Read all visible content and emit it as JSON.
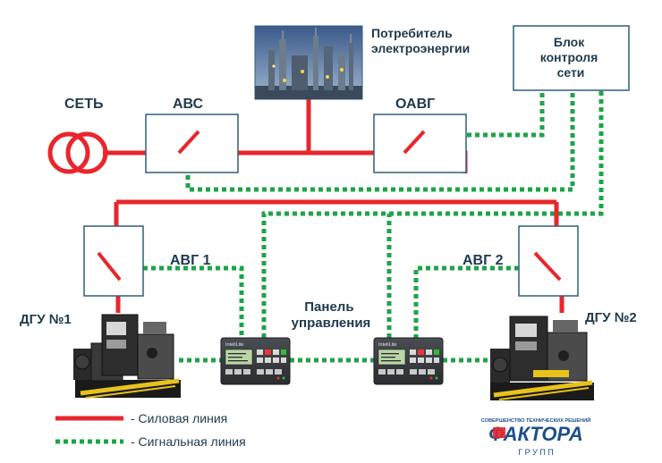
{
  "labels": {
    "grid": "СЕТЬ",
    "avs": "АВС",
    "oavg": "ОАВГ",
    "consumer_line1": "Потребитель",
    "consumer_line2": "электроэнергии",
    "net_control_line1": "Блок",
    "net_control_line2": "контроля",
    "net_control_line3": "сети",
    "avg1": "АВГ 1",
    "avg2": "АВГ 2",
    "panel_line1": "Панель",
    "panel_line2": "управления",
    "dgu1": "ДГУ №1",
    "dgu2": "ДГУ №2"
  },
  "panel_brand": "InteliLite",
  "legend": {
    "power_line": "- Силовая линия",
    "signal_line": "- Сигнальная линия"
  },
  "logo": {
    "tagline": "СОВЕРШЕНСТВО ТЕХНИЧЕСКИХ РЕШЕНИЙ",
    "name": "ФАКТОРА",
    "sub": "Г Р У П П"
  },
  "colors": {
    "power": "#e8262c",
    "signal": "#1fa34a",
    "box_stroke": "#2f5f7a",
    "text": "#1f3a4d"
  }
}
